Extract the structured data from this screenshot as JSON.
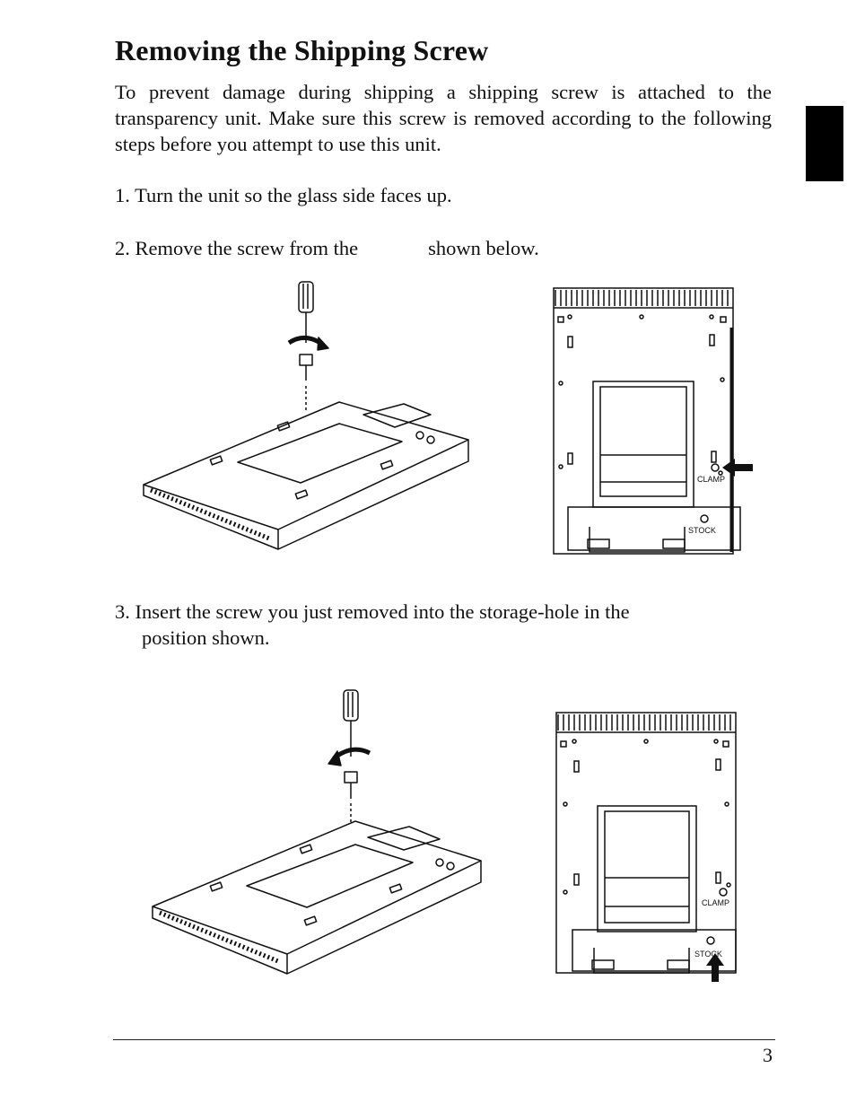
{
  "page": {
    "title": "Removing the Shipping Screw",
    "intro": "To prevent damage during shipping a shipping screw is attached to the transparency unit. Make sure this screw is removed according to the following steps before you attempt to use this unit.",
    "step1": "1. Turn the unit so the glass side faces up.",
    "step2_before": "2. Remove the screw from the",
    "step2_after": "shown below.",
    "step3_line1": "3. Insert the screw you just removed into the storage-hole in the",
    "step3_line2": "position shown.",
    "page_number": "3"
  },
  "figures": {
    "clamp_label": "CLAMP",
    "stock_label": "STOCK"
  }
}
